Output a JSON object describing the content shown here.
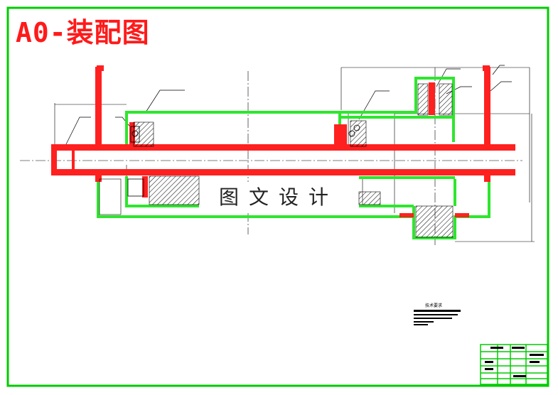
{
  "drawing": {
    "title": "A0-装配图",
    "watermark": "图文设计",
    "technical_requirements_title": "技术要求"
  },
  "colors": {
    "border": "#00cc00",
    "housing": "#2ee62e",
    "shaft": "#ff2020",
    "title": "#ff1a1a",
    "linework": "#000000",
    "background": "#ffffff"
  }
}
